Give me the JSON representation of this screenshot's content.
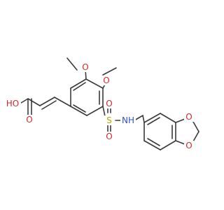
{
  "molecule": {
    "atoms": {
      "o_methoxy_top": {
        "text": "O",
        "color": "#cc2b2b"
      },
      "o_methoxy_mid": {
        "text": "O",
        "color": "#cc2b2b"
      },
      "oh": {
        "text": "HO",
        "color": "#cc2b2b"
      },
      "o_carbonyl": {
        "text": "O",
        "color": "#cc2b2b"
      },
      "s": {
        "text": "S",
        "color": "#b8a000"
      },
      "o_sulfonyl_top": {
        "text": "O",
        "color": "#cc2b2b"
      },
      "o_sulfonyl_bottom": {
        "text": "O",
        "color": "#cc2b2b"
      },
      "nh": {
        "text": "NH",
        "color": "#2f4fcf"
      },
      "o_dioxole_top": {
        "text": "O",
        "color": "#cc2b2b"
      },
      "o_dioxole_bottom": {
        "text": "O",
        "color": "#cc2b2b"
      }
    },
    "bond_color": "#3a3a3a"
  }
}
